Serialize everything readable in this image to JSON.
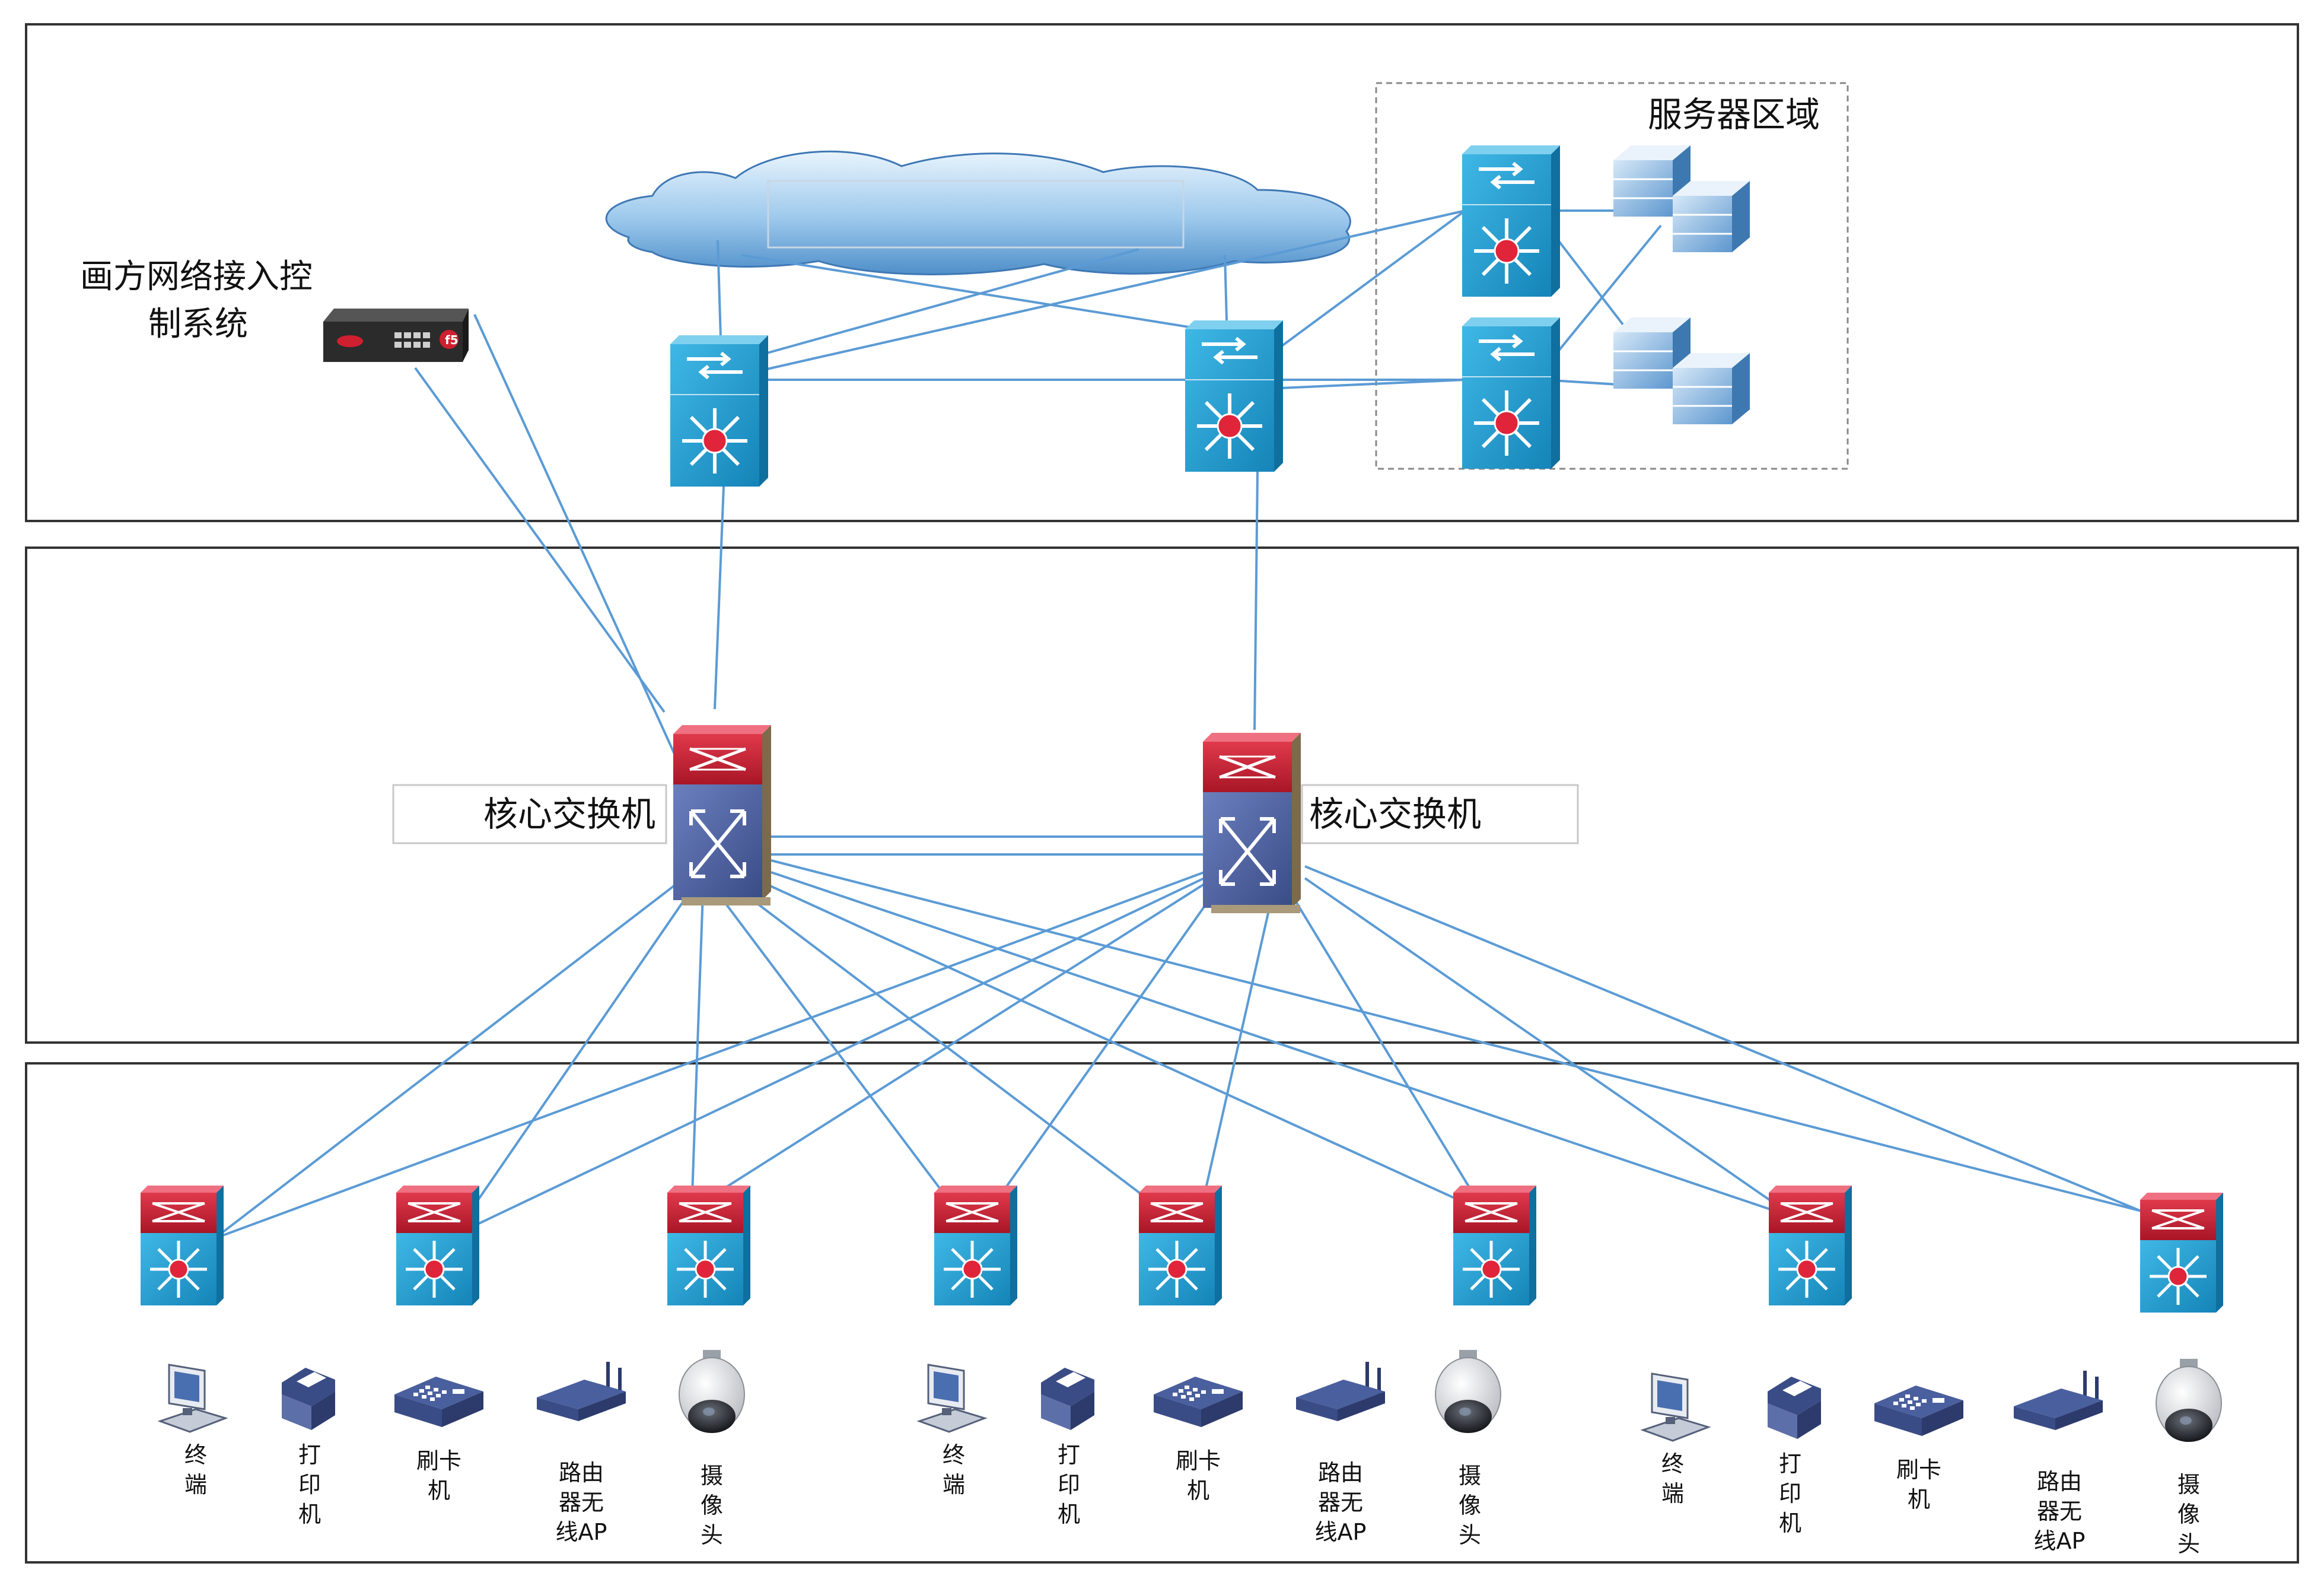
{
  "labels": {
    "nac_line1": "画方网络接入控",
    "nac_line2": "制系统",
    "server_zone": "服务器区域",
    "core_left": "核心交换机",
    "core_right": "核心交换机"
  },
  "device_labels": {
    "terminal": [
      "终",
      "端"
    ],
    "printer": [
      "打",
      "印",
      "机"
    ],
    "card_reader": [
      "刷卡",
      "机"
    ],
    "router_ap": [
      "路由",
      "器无",
      "线AP"
    ],
    "camera": [
      "摄",
      "像",
      "头"
    ]
  },
  "colors": {
    "link": "#5b9bd5",
    "frame": "#333333",
    "switch_blue": "#1f9fd0",
    "switch_red": "#c42033",
    "core_blue": "#4a5f9e",
    "cloud": "#9cc8ec"
  }
}
